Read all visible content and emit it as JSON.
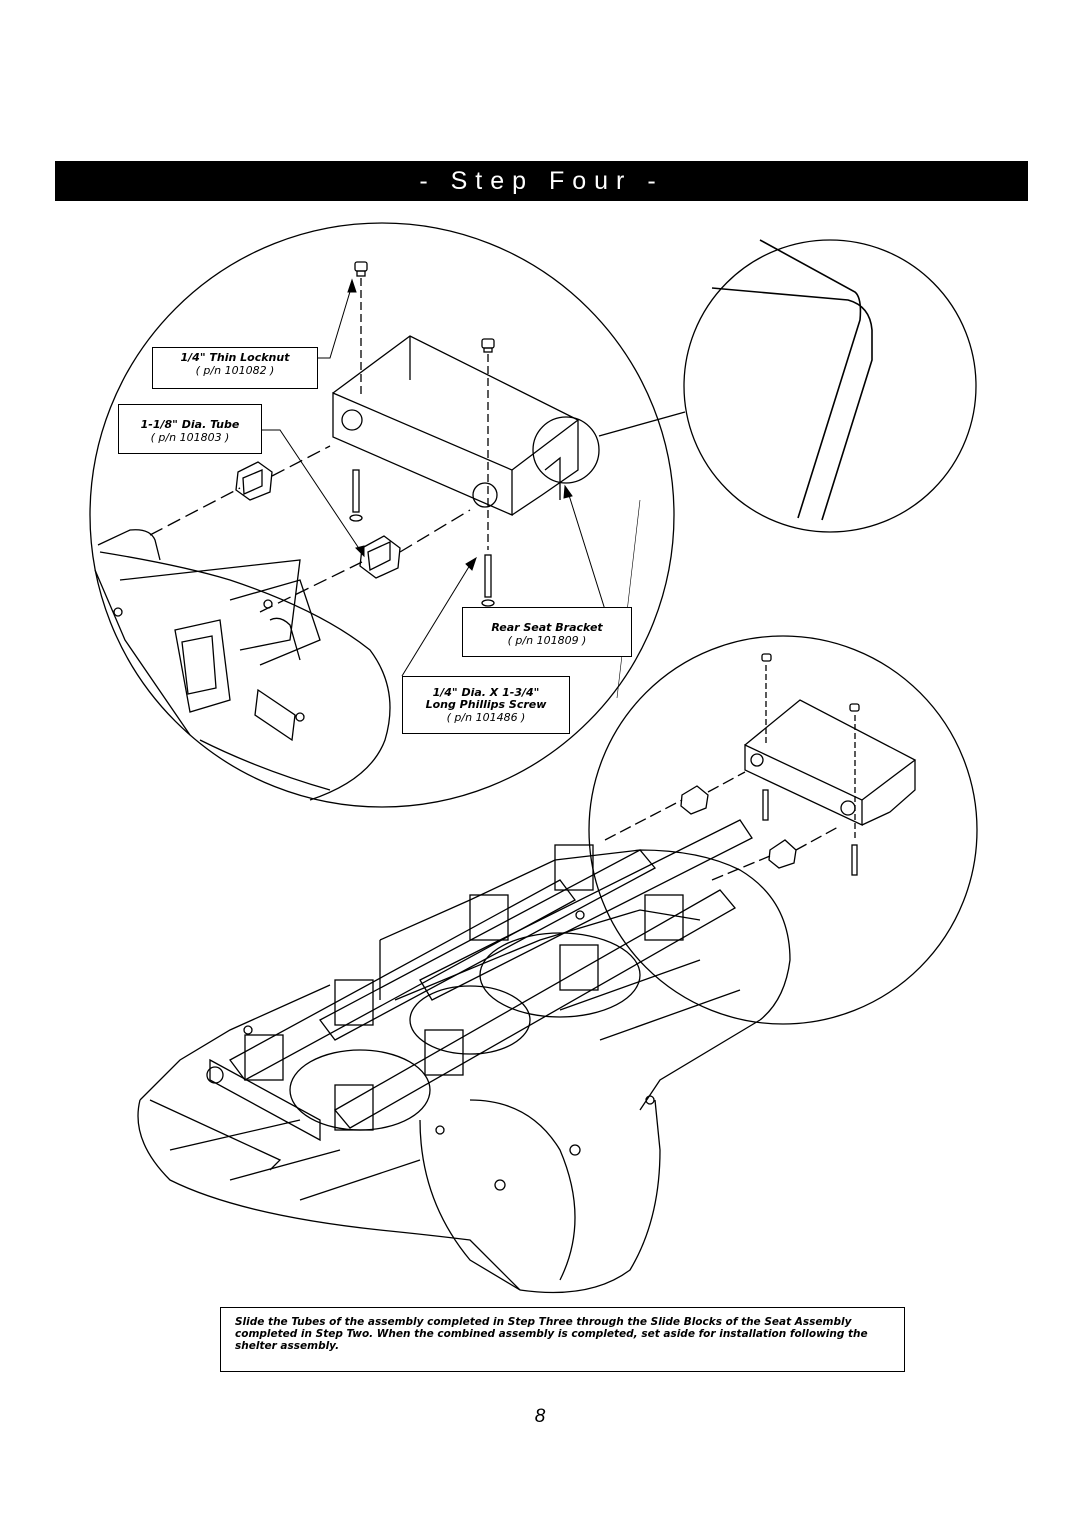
{
  "title": "- Step Four -",
  "callouts": {
    "locknut": {
      "name": "1/4\" Thin Locknut",
      "pn": "( p/n 101082 )"
    },
    "tube": {
      "name": "1-1/8\" Dia. Tube",
      "pn": "( p/n 101803 )"
    },
    "bracket": {
      "name": "Rear Seat Bracket",
      "pn": "( p/n 101809 )"
    },
    "screw": {
      "name1": "1/4\" Dia. X 1-3/4\"",
      "name2": "Long Phillips Screw",
      "pn": "( p/n 101486 )"
    }
  },
  "instruction": "Slide the Tubes of the assembly completed in Step Three through the Slide Blocks of the Seat Assembly completed in Step Two.  When the combined assembly is completed, set aside for installation following the shelter assembly.",
  "page_number": "8"
}
